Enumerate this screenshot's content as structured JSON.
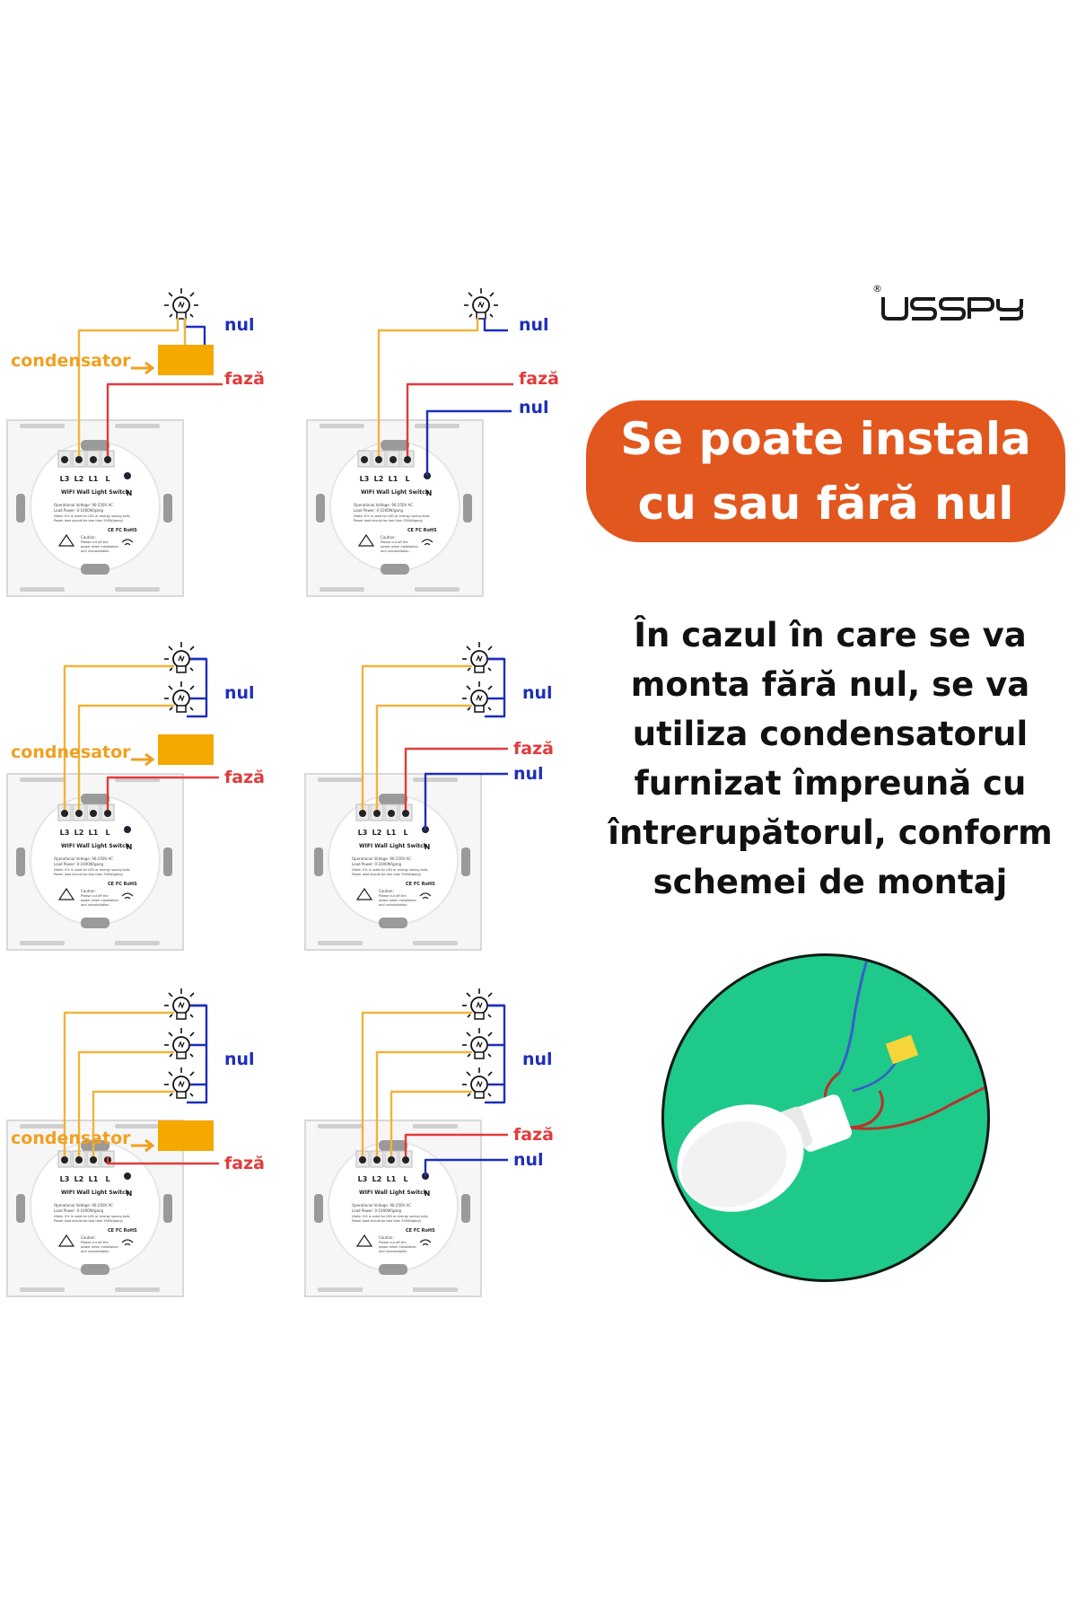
{
  "brand": {
    "logo_text": "USSPY",
    "registered_mark": "®"
  },
  "banner": {
    "line1": "Se poate instala",
    "line2": "cu sau fără nul"
  },
  "description": [
    "În cazul în care se va",
    "monta fără nul, se va",
    "utiliza condensatorul",
    "furnizat împreună cu",
    "întrerupătorul, conform",
    "schemei de montaj"
  ],
  "colors": {
    "accent": "#e2571e",
    "neutral_wire": "#1d2fb8",
    "phase_wire": "#e23b3b",
    "load_wire": "#f0b43a",
    "capacitor": "#f5a800",
    "photo_bg": "#1fc98a"
  },
  "wire_labels": {
    "nul": "nul",
    "faza": "fază",
    "condensator": "condensator",
    "condnesator": "condnesator"
  },
  "switch": {
    "terminals": [
      "L3",
      "L2",
      "L1",
      "L",
      "N"
    ],
    "title": "WIFI Wall Light Switch",
    "spec1": "Operational Voltage: 90-250V AC",
    "spec2": "Load Power: 0-1000W/gang",
    "spec3": "(Note: If it is used for LED or energy saving bulb,",
    "spec4": "Power load should be less than 500W/gang)",
    "marks": "CE FC RoHS",
    "caution1": "Caution:",
    "caution2": "Please cut off the",
    "caution3": "power when installation",
    "caution4": "and uninstallation."
  },
  "photo": {
    "icon": "bulb-with-capacitor-photo"
  }
}
